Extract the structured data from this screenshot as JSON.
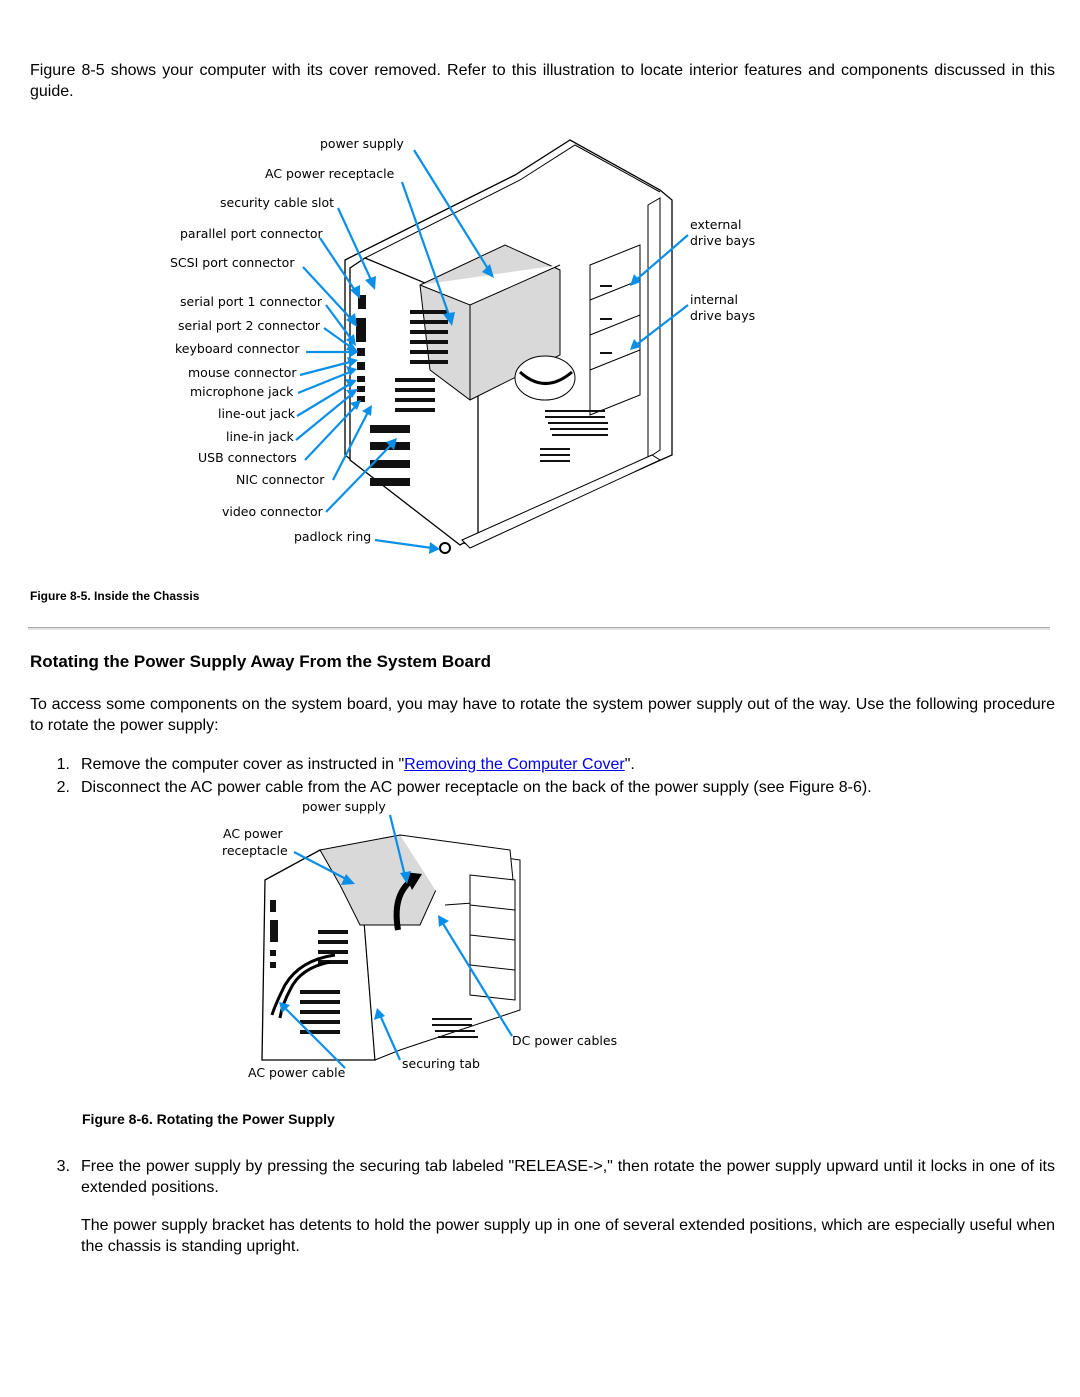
{
  "intro_paragraph": "Figure 8-5 shows your computer with its cover removed. Refer to this illustration to locate interior features and components discussed in this guide.",
  "figure5": {
    "caption": "Figure 8-5. Inside the Chassis",
    "labels": {
      "power_supply": "power supply",
      "ac_power_receptacle": "AC power receptacle",
      "security_cable_slot": "security cable slot",
      "parallel_port_connector": "parallel port connector",
      "scsi_port_connector": "SCSI port connector",
      "serial_port_1_connector": "serial port 1 connector",
      "serial_port_2_connector": "serial port 2 connector",
      "keyboard_connector": "keyboard connector",
      "mouse_connector": "mouse connector",
      "microphone_jack": "microphone jack",
      "line_out_jack": "line-out jack",
      "line_in_jack": "line-in jack",
      "usb_connectors": "USB connectors",
      "nic_connector": "NIC connector",
      "video_connector": "video connector",
      "padlock_ring": "padlock ring",
      "external_line1": "external",
      "external_line2": "drive bays",
      "internal_line1": "internal",
      "internal_line2": "drive bays"
    }
  },
  "section_heading": "Rotating the Power Supply Away From the System Board",
  "section_paragraph": "To access some components on the system board, you may have to rotate the system power supply out of the way. Use the following procedure to rotate the power supply:",
  "steps": [
    {
      "number": "1.",
      "before": "Remove the computer cover as instructed in \"",
      "link": "Removing the Computer Cover",
      "after": "\"."
    },
    {
      "number": "2.",
      "text": "Disconnect the AC power cable from the AC power receptacle on the back of the power supply (see Figure 8-6)."
    },
    {
      "number": "3.",
      "text": "Free the power supply by pressing the securing tab labeled \"RELEASE->,\" then rotate the power supply upward until it locks in one of its extended positions."
    }
  ],
  "figure6": {
    "caption": "Figure 8-6. Rotating the Power Supply",
    "labels": {
      "power_supply": "power supply",
      "ac_power_line1": "AC power",
      "ac_power_line2": "receptacle",
      "dc_power_cables": "DC power cables",
      "securing_tab": "securing tab",
      "ac_power_cable": "AC power cable"
    }
  },
  "closing_paragraph": "The power supply bracket has detents to hold the power supply up in one of several extended positions, which are especially useful when the chassis is standing upright.",
  "colors": {
    "arrow": "#0a8fe8",
    "link": "#0000ee"
  }
}
